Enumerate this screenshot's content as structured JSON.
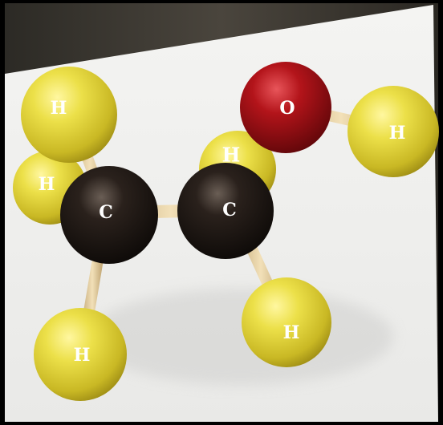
{
  "molecule": {
    "atoms": [
      {
        "id": "h-top-left",
        "element": "H",
        "label": "H",
        "color": "#e6d83a"
      },
      {
        "id": "h-left",
        "element": "H",
        "label": "H",
        "color": "#e6d83a"
      },
      {
        "id": "h-bottom-left",
        "element": "H",
        "label": "H",
        "color": "#e6d83a"
      },
      {
        "id": "c-left",
        "element": "C",
        "label": "C",
        "color": "#1b1512"
      },
      {
        "id": "h-back-middle",
        "element": "H",
        "label": "H",
        "color": "#e6d83a"
      },
      {
        "id": "c-right",
        "element": "C",
        "label": "C",
        "color": "#1b1512"
      },
      {
        "id": "h-bottom-right",
        "element": "H",
        "label": "H",
        "color": "#e6d83a"
      },
      {
        "id": "o",
        "element": "O",
        "label": "O",
        "color": "#b3141a"
      },
      {
        "id": "h-right",
        "element": "H",
        "label": "H",
        "color": "#e6d83a"
      }
    ],
    "colors": {
      "carbon": "#1b1512",
      "oxygen": "#b3141a",
      "hydrogen": "#e6d83a",
      "stick": "#e8d2a6",
      "table": "#f2f2f0",
      "background": "#3a3630"
    }
  }
}
